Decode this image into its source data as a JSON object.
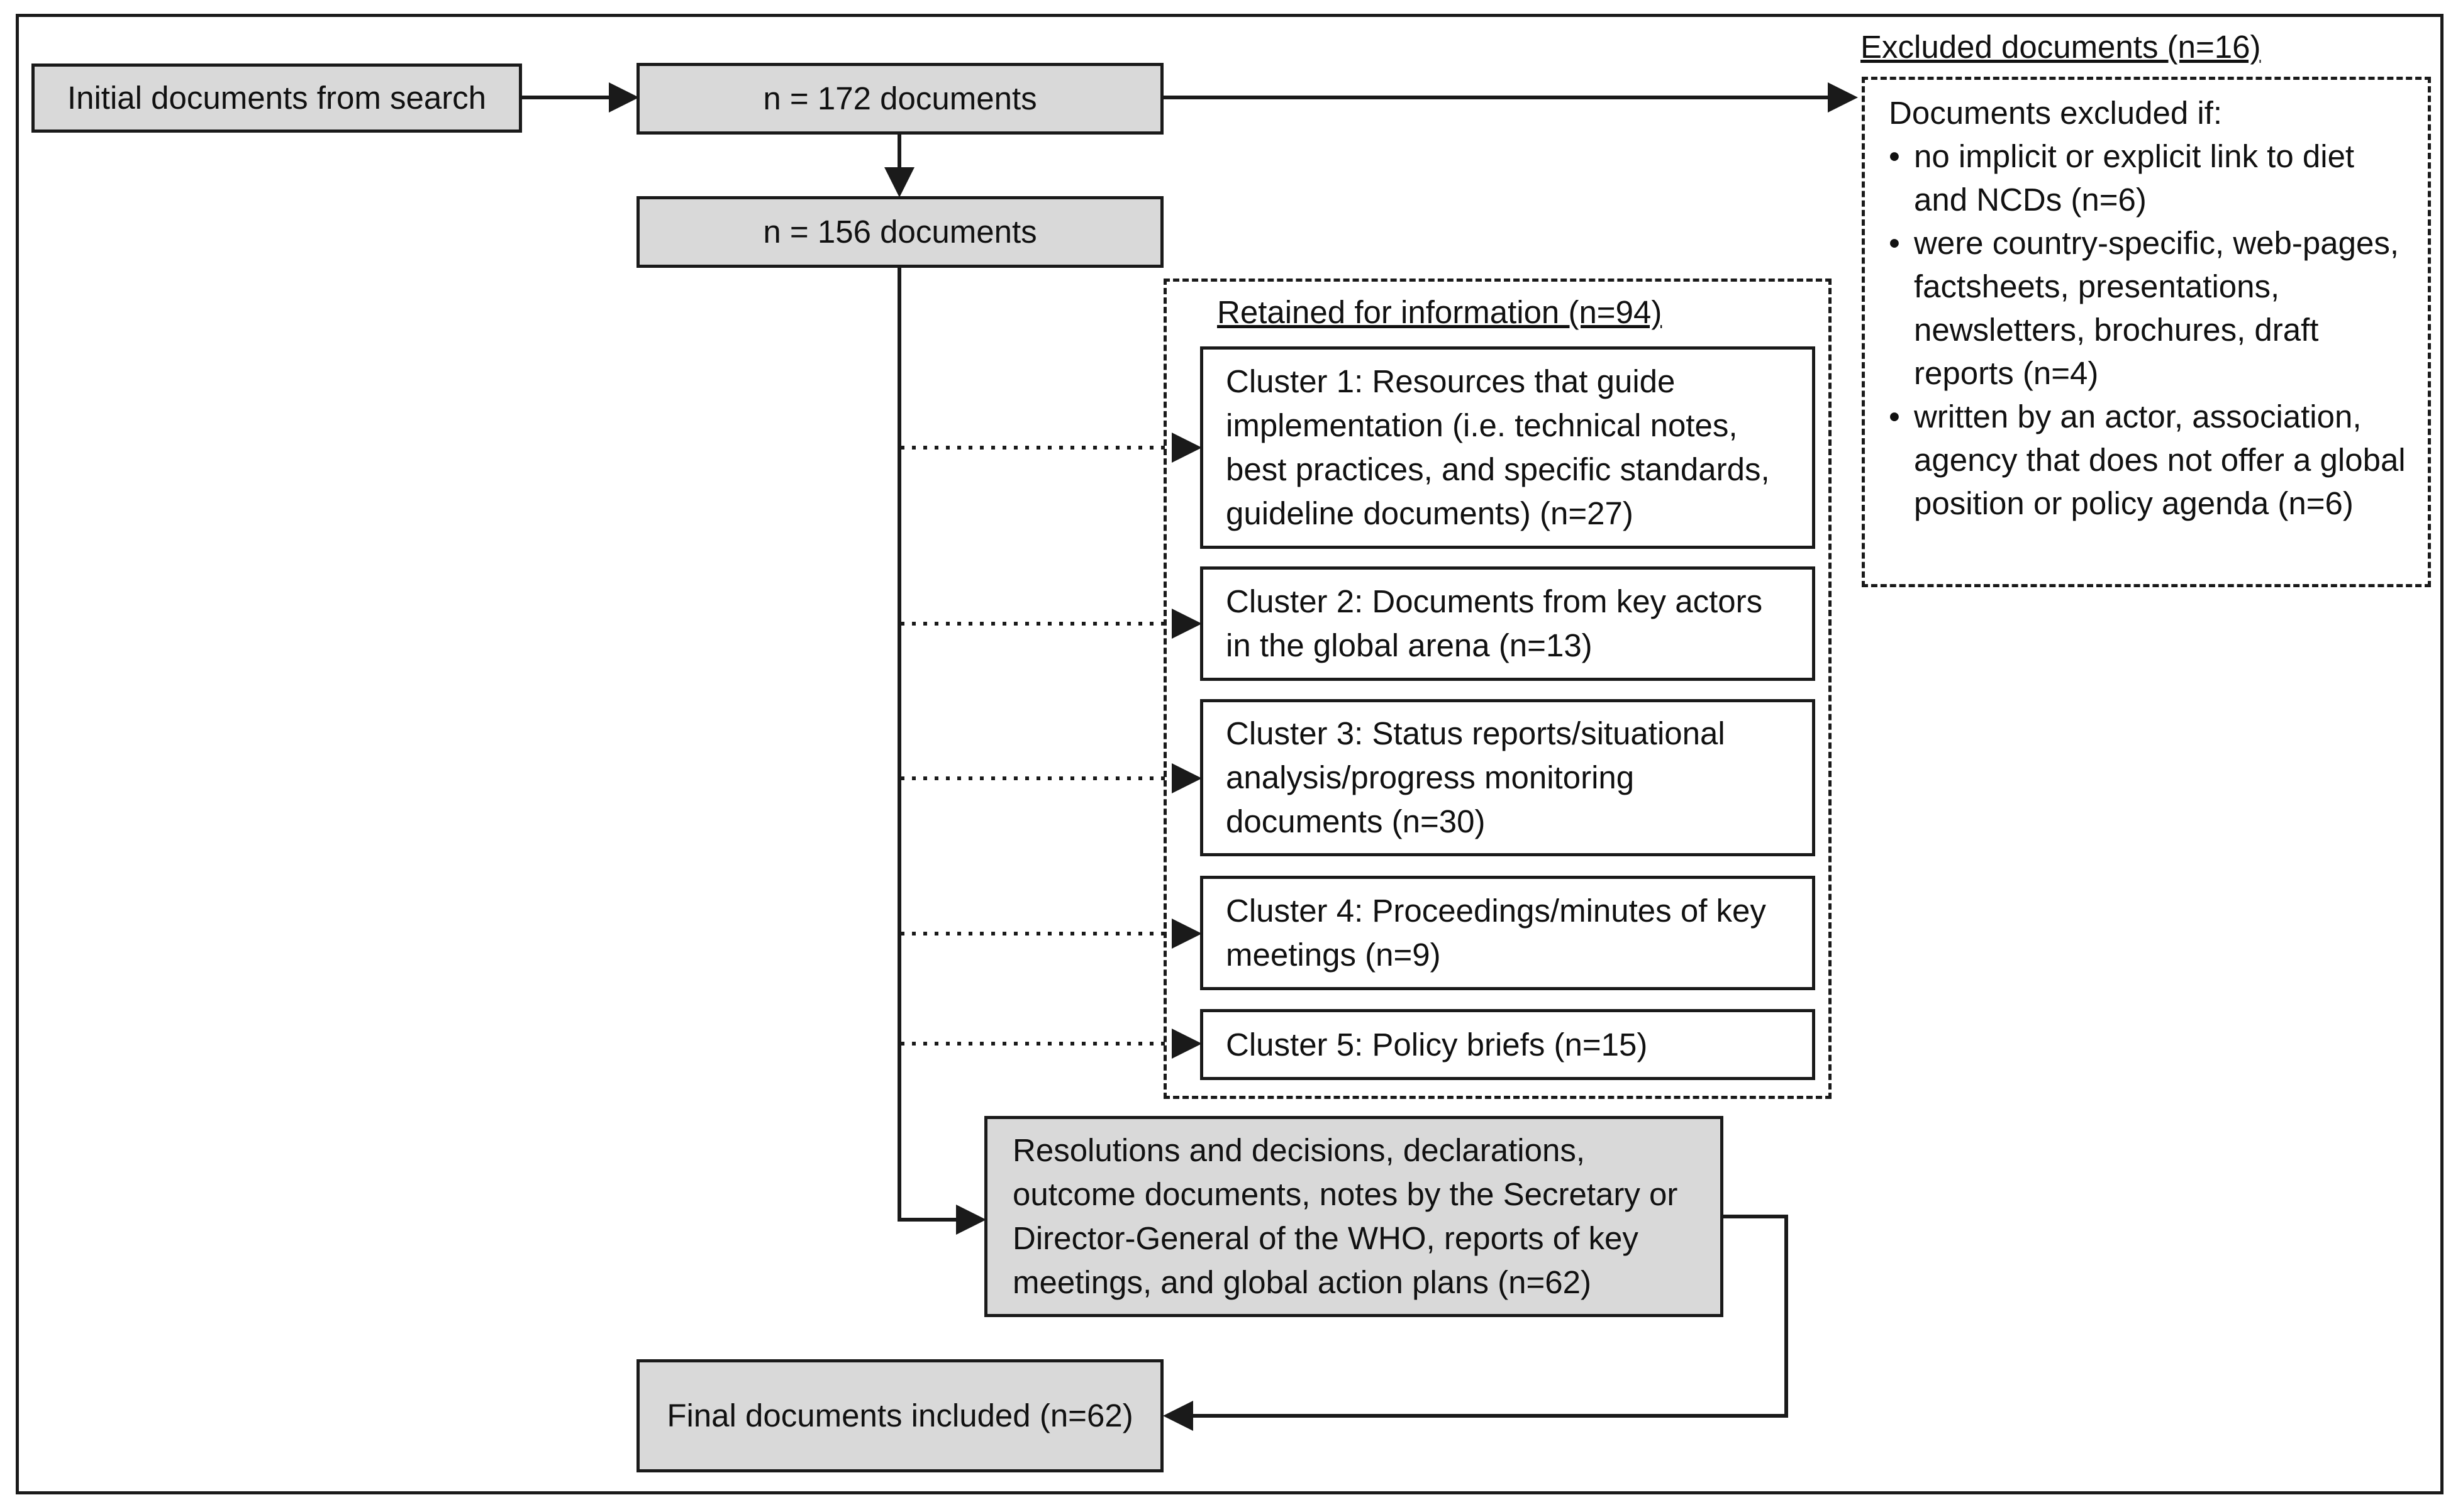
{
  "boxes": {
    "initial": "Initial documents from search",
    "n172": "n = 172 documents",
    "n156": "n = 156 documents",
    "resolutions": "Resolutions and decisions, declarations, outcome documents, notes by the Secretary or Director-General of the WHO, reports of key meetings, and global action plans (n=62)",
    "final": "Final documents included (n=62)"
  },
  "excluded": {
    "heading": "Excluded documents (n=16)",
    "intro": "Documents excluded if:",
    "criteria": [
      "no implicit or explicit link to diet and NCDs (n=6)",
      "were country-specific, web-pages, factsheets, presentations, newsletters, brochures, draft reports (n=4)",
      "written by an actor, association, agency that does not offer a global position or policy agenda (n=6)"
    ]
  },
  "retained": {
    "heading": "Retained for information (n=94)",
    "clusters": [
      "Cluster 1: Resources that guide implementation (i.e. technical notes, best practices, and specific standards, guideline documents) (n=27)",
      "Cluster 2: Documents from key actors in the global arena (n=13)",
      "Cluster 3: Status reports/situational analysis/progress monitoring documents (n=30)",
      "Cluster 4: Proceedings/minutes of key meetings (n=9)",
      "Cluster 5: Policy briefs (n=15)"
    ]
  },
  "colors": {
    "box_fill": "#d9d9d9",
    "line": "#1a1a1a",
    "background": "#ffffff"
  }
}
